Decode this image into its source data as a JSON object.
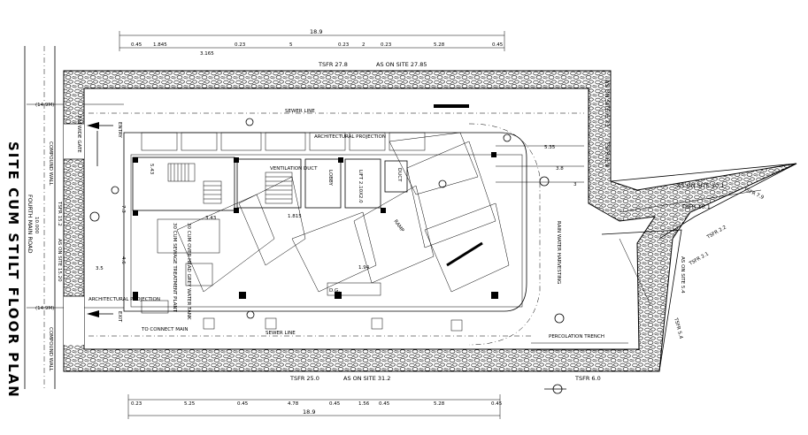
{
  "title_side": "SITE CUM STILT FLOOR PLAN",
  "road": {
    "label": "FOURTH MAIN ROAD",
    "width": "10.000"
  },
  "road_levels": {
    "top": "(14.9M)",
    "bottom": "(14.9M)"
  },
  "compound_wall_top": "3 M WIDE GATE",
  "compound_wall_left": "COMPOUND WALL",
  "top_dims": {
    "overall": "18.9",
    "segments": [
      "0.45",
      "1.845",
      "0.23",
      "5",
      "0.23",
      "2",
      "0.23",
      "5.28",
      "0.45"
    ],
    "sub": "3.165"
  },
  "bottom_dims": {
    "overall": "18.9",
    "segments": [
      "0.23",
      "5.25",
      "0.45",
      "4.78",
      "0.45",
      "1.56",
      "0.45",
      "5.28",
      "0.45"
    ]
  },
  "site_labels": {
    "north_tsfr": "TSFR 27.8",
    "north_onsite": "AS ON SITE 27.85",
    "south_tsfr": "TSFR 25.0",
    "south_onsite": "AS ON SITE 31.2",
    "west_tsfr": "TSFR 15.2",
    "west_onsite": "AS ON SITE 15.20",
    "east_onsite_1": "AS ON SITE 6.73",
    "east_tsfr_1": "TSFR 6.9",
    "east_onsite_2": "AS ON SITE 10.1",
    "east_tsfr_2": "TSFR 10.1",
    "east_tsfr_3": "TSFR 7.9",
    "east_tsfr_4": "TSFR 2.2",
    "east_tsfr_5": "TSFR 2.1",
    "east_onsite_3": "AS ON SITE 5.4",
    "east_tsfr_6": "TSFR 5.4",
    "south_east_tsfr": "TSFR 6.0"
  },
  "labels": {
    "sewer_top": "SEWER LINE",
    "sewer_bottom": "SEWER LINE",
    "entry": "ENTRY",
    "exit": "EXIT",
    "arch_proj_top": "ARCHITECTURAL PROJECTION",
    "arch_proj_bottom": "ARCHITECTURAL PROJECTION",
    "ventilation": "VENTILATION DUCT",
    "lift": "LIFT 2.10X2.0",
    "lobby": "LOBBY",
    "duct": "DUCT",
    "dg": "D.G.",
    "ramp": "RAMP",
    "connect_main": "TO CONNECT MAIN",
    "percolation": "PERCOLATION TRENCH",
    "dim_543": "5.43",
    "dim_343": "3.43",
    "dim_1815": "1.815",
    "dim_535": "5.35",
    "dim_38": "3.8",
    "dim_3": "3",
    "dim_35": "3.5",
    "dim_194": "1.94",
    "dim_73": "7.3",
    "dim_46": "4.6",
    "compound_wall_right": "COMPOUND WALL"
  },
  "notes": {
    "rwh": "RAIN WATER HARVESTING",
    "gray_left": "30 CUM SEWAGE TREATMENT PLANT",
    "gray_mid": "30 CUM OVER HEAD GREY WATER TANK"
  }
}
